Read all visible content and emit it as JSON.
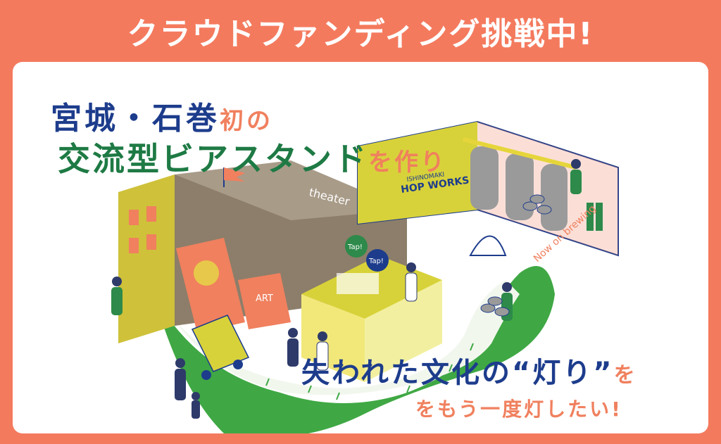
{
  "banner": {
    "title": "クラウドファンディング挑戦中!"
  },
  "headline": {
    "line1_main": "宮城・石巻",
    "line1_accent": "初の",
    "line2_main": "交流型ビアスタンド",
    "line2_accent": "を作り",
    "line3_main": "失われた文化の“灯り”",
    "line3_accent": "を",
    "line4": "をもう一度灯したい!"
  },
  "illustration": {
    "theater_sign": "theater",
    "art_sign": "ART",
    "brewery_name_small": "ISHINOMAKI",
    "brewery_name": "HOP WORKS",
    "brewing_label": "Now on brewing",
    "tap_bubble_1": "Tap!",
    "tap_bubble_2": "Tap!"
  },
  "colors": {
    "orange": "#f47a5e",
    "navy": "#1d3c8c",
    "green": "#1e7a44",
    "olive": "#8c7e6a",
    "yellow": "#d8d23a",
    "lightgreen": "#3fa844"
  }
}
